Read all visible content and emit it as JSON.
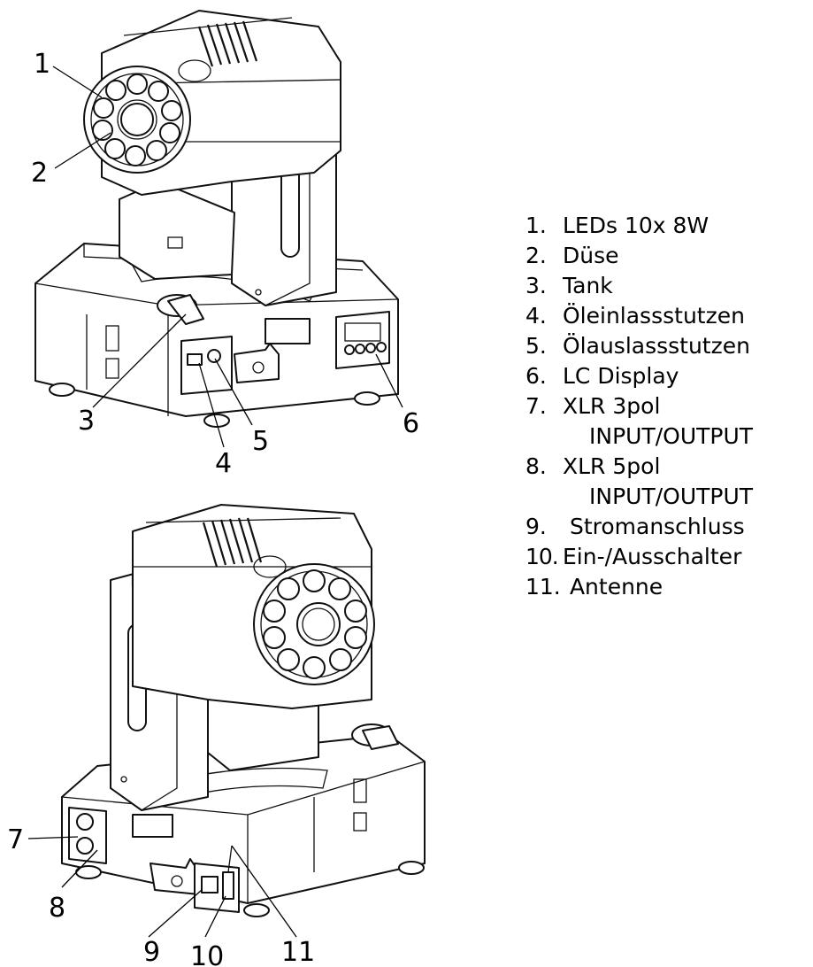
{
  "legend": [
    {
      "num": "1.",
      "label": "LEDs 10x 8W"
    },
    {
      "num": "2.",
      "label": "Düse"
    },
    {
      "num": "3.",
      "label": "Tank"
    },
    {
      "num": "4.",
      "label": "Öleinlassstutzen"
    },
    {
      "num": "5.",
      "label": "Ölauslassstutzen"
    },
    {
      "num": "6.",
      "label": "LC Display"
    },
    {
      "num": "7.",
      "label": "XLR 3pol",
      "label2": "INPUT/OUTPUT"
    },
    {
      "num": "8.",
      "label": "XLR 5pol",
      "label2": "INPUT/OUTPUT"
    },
    {
      "num": "9.",
      "label": " Stromanschluss"
    },
    {
      "num": "10.",
      "label": "Ein-/Ausschalter"
    },
    {
      "num": "11.",
      "label": " Antenne"
    }
  ],
  "callouts": {
    "top": [
      "1",
      "2",
      "3",
      "4",
      "5",
      "6"
    ],
    "bottom": [
      "7",
      "8",
      "9",
      "10",
      "11"
    ]
  }
}
